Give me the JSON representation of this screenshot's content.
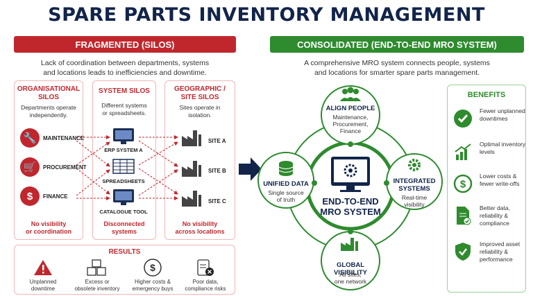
{
  "title": "SPARE PARTS INVENTORY MANAGEMENT",
  "left": {
    "header": "FRAGMENTED (SILOS)",
    "intro_1": "Lack of coordination between departments, systems",
    "intro_2": "and locations leads to inefficiencies and downtime.",
    "silos": [
      {
        "title_1": "ORGANISATIONAL",
        "title_2": "SILOS",
        "desc_1": "Departments operate",
        "desc_2": "independently.",
        "bottom_1": "No visibility",
        "bottom_2": "or coordination"
      },
      {
        "title_1": "SYSTEM SILOS",
        "title_2": "",
        "desc_1": "Different systems",
        "desc_2": "or spreadsheets.",
        "bottom_1": "Disconnected",
        "bottom_2": "systems"
      },
      {
        "title_1": "GEOGRAPHIC /",
        "title_2": "SITE SILOS",
        "desc_1": "Sites operate in",
        "desc_2": "isolation.",
        "bottom_1": "No visibility",
        "bottom_2": "across locations"
      }
    ],
    "departments": [
      "MAINTENANCE",
      "PROCUREMENT",
      "FINANCE"
    ],
    "systems": [
      "ERP SYSTEM A",
      "SPREADSHEETS",
      "CATALOGUE TOOL"
    ],
    "sites": [
      "SITE A",
      "SITE B",
      "SITE C"
    ],
    "results": {
      "title": "RESULTS",
      "items": [
        {
          "l1": "Unplanned",
          "l2": "downtime",
          "icon": "warning-icon"
        },
        {
          "l1": "Excess or",
          "l2": "obsolete inventory",
          "icon": "boxes-icon"
        },
        {
          "l1": "Higher costs &",
          "l2": "emergency buys",
          "icon": "dollar-icon"
        },
        {
          "l1": "Poor data,",
          "l2": "compliance risks",
          "icon": "clipboard-x-icon"
        }
      ]
    }
  },
  "right": {
    "header": "CONSOLIDATED (END-TO-END MRO SYSTEM)",
    "intro_1": "A comprehensive MRO system connects people, systems",
    "intro_2": "and locations for smarter spare parts management.",
    "center_1": "END-TO-END",
    "center_2": "MRO SYSTEM",
    "nodes": {
      "people": {
        "title": "ALIGN PEOPLE",
        "d1": "Maintenance,",
        "d2": "Procurement,",
        "d3": "Finance"
      },
      "data": {
        "title": "UNIFIED DATA",
        "d1": "Single source",
        "d2": "of truth"
      },
      "systems": {
        "title_1": "INTEGRATED",
        "title_2": "SYSTEMS",
        "d1": "Real-time",
        "d2": "visibility"
      },
      "global": {
        "title": "GLOBAL VISIBILITY",
        "d1": "All sites,",
        "d2": "one network"
      }
    },
    "benefits": {
      "title": "BENEFITS",
      "items": [
        {
          "l1": "Fewer unplanned",
          "l2": "downtimes",
          "l3": "",
          "icon": "check-icon"
        },
        {
          "l1": "Optimal inventory",
          "l2": "levels",
          "l3": "",
          "icon": "growth-chart-icon"
        },
        {
          "l1": "Lower costs &",
          "l2": "fewer write-offs",
          "l3": "",
          "icon": "dollar-icon"
        },
        {
          "l1": "Better data,",
          "l2": "reliability &",
          "l3": "compliance",
          "icon": "document-check-icon"
        },
        {
          "l1": "Improved asset",
          "l2": "reliability &",
          "l3": "performance",
          "icon": "shield-check-icon"
        }
      ]
    }
  },
  "colors": {
    "red": "#c0272d",
    "green": "#2e8b2e",
    "navy": "#12244a"
  }
}
